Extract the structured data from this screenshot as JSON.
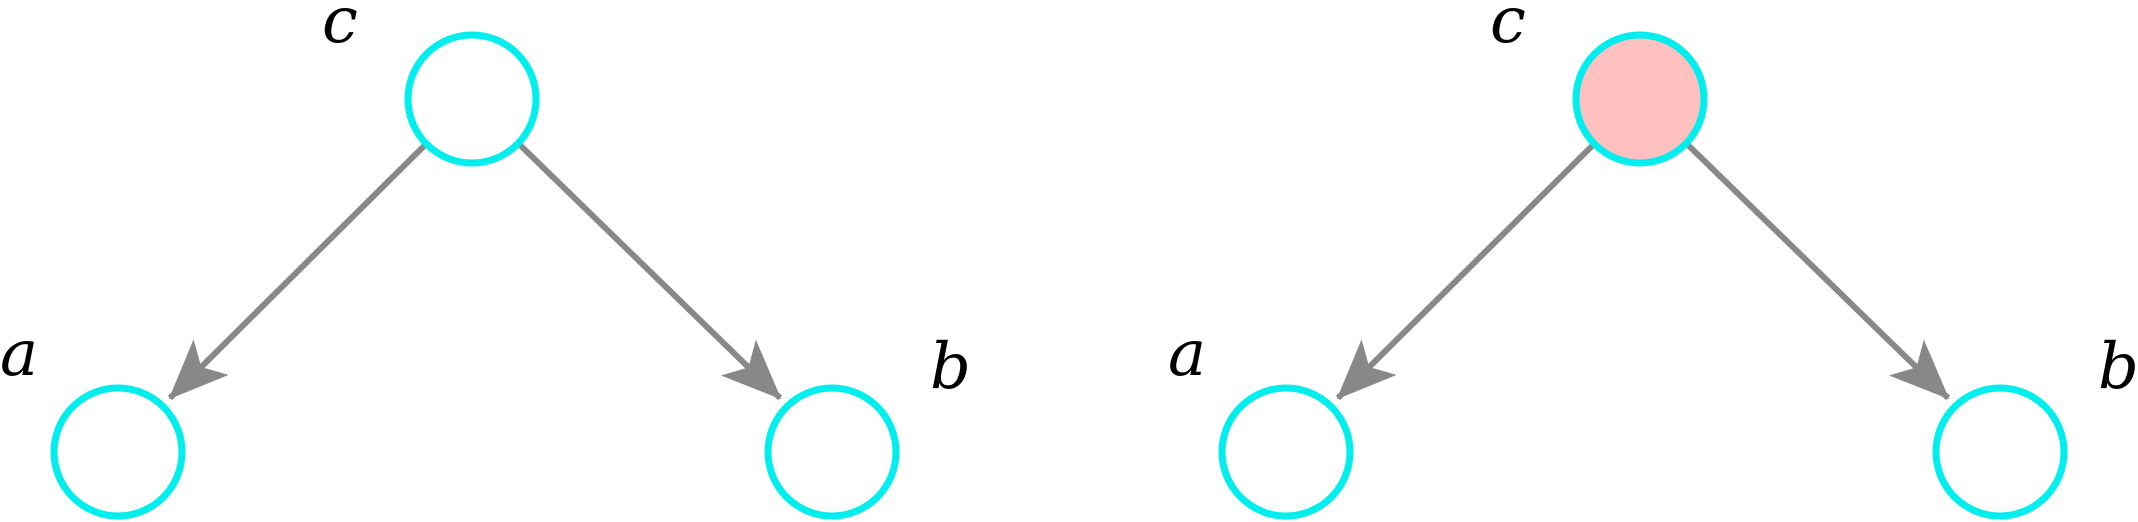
{
  "colors": {
    "node_stroke": "#00eeee",
    "edge": "#888888",
    "observed_fill": "#ffc0c0",
    "label": "#000000"
  },
  "diagrams": [
    {
      "nodes": [
        {
          "id": "c",
          "label": "c",
          "observed": false
        },
        {
          "id": "a",
          "label": "a",
          "observed": false
        },
        {
          "id": "b",
          "label": "b",
          "observed": false
        }
      ],
      "edges": [
        {
          "from": "c",
          "to": "a"
        },
        {
          "from": "c",
          "to": "b"
        }
      ]
    },
    {
      "nodes": [
        {
          "id": "c",
          "label": "c",
          "observed": true
        },
        {
          "id": "a",
          "label": "a",
          "observed": false
        },
        {
          "id": "b",
          "label": "b",
          "observed": false
        }
      ],
      "edges": [
        {
          "from": "c",
          "to": "a"
        },
        {
          "from": "c",
          "to": "b"
        }
      ]
    }
  ]
}
